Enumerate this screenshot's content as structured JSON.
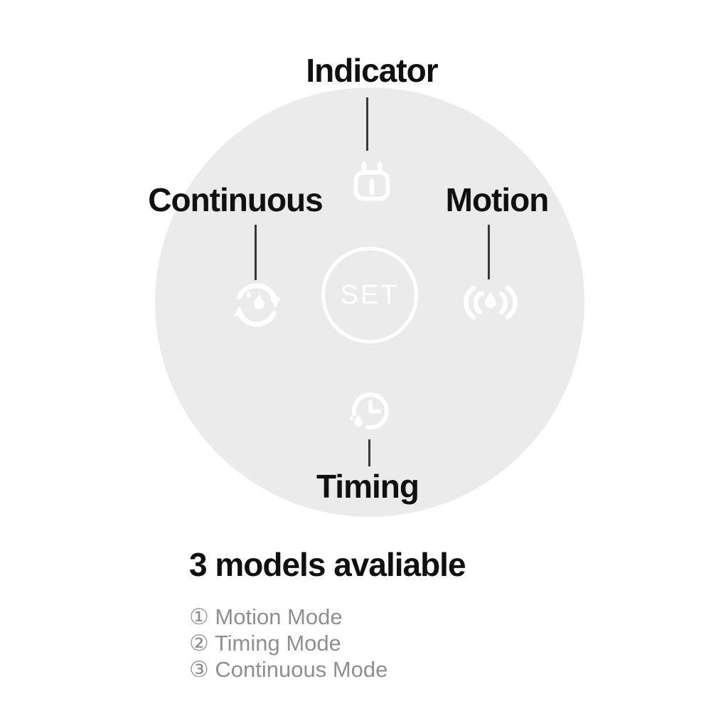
{
  "diagram": {
    "callouts": {
      "indicator": "Indicator",
      "continuous": "Continuous",
      "motion": "Motion",
      "timing": "Timing"
    },
    "set_button_label": "SET",
    "icons": {
      "indicator": "power-plug-icon",
      "continuous": "cycle-droplet-icon",
      "motion": "motion-sensor-droplet-icon",
      "timing": "timer-droplet-icon"
    }
  },
  "footer": {
    "heading": "3 models avaliable",
    "modes": [
      "① Motion Mode",
      "② Timing Mode",
      "③ Continuous Mode"
    ]
  },
  "colors": {
    "background": "#ffffff",
    "device_circle": "#ebebeb",
    "icon_white": "#ffffff",
    "label_black": "#101010",
    "muted_gray": "#8f8f8f",
    "pointer_line": "#383838"
  }
}
